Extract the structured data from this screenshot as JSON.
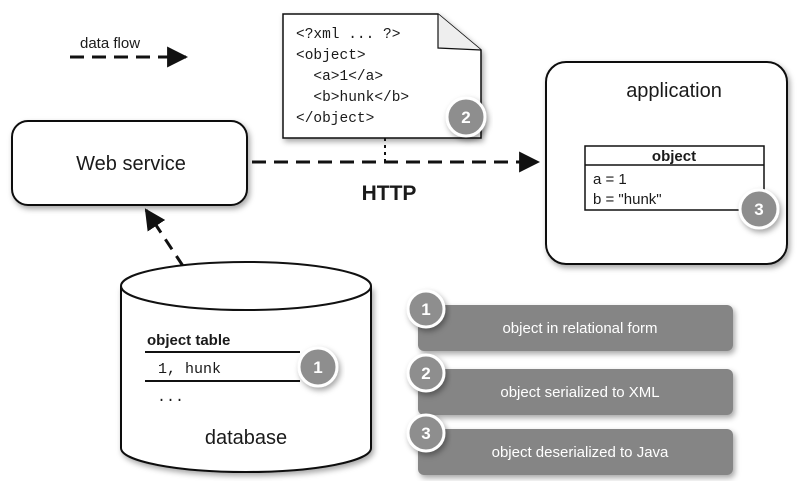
{
  "legend_flow": {
    "label": "data flow"
  },
  "xml_doc": {
    "lines": [
      "<?xml ... ?>",
      "<object>",
      "  <a>1</a>",
      "  <b>hunk</b>",
      "</object>"
    ],
    "marker": "2"
  },
  "web_service": {
    "label": "Web service"
  },
  "http": {
    "label": "HTTP"
  },
  "application": {
    "label": "application",
    "object_box": {
      "title": "object",
      "fields": [
        "a = 1",
        "b = \"hunk\""
      ]
    },
    "marker": "3"
  },
  "database": {
    "label": "database",
    "table_title": "object table",
    "row": "1, hunk",
    "ellipsis": "...",
    "marker": "1"
  },
  "legend": [
    {
      "number": "1",
      "text": "object in relational form"
    },
    {
      "number": "2",
      "text": "object serialized to XML"
    },
    {
      "number": "3",
      "text": "object deserialized to Java"
    }
  ],
  "colors": {
    "pill": "#858585",
    "marker": "#8e8e8e",
    "stroke": "#111111"
  }
}
